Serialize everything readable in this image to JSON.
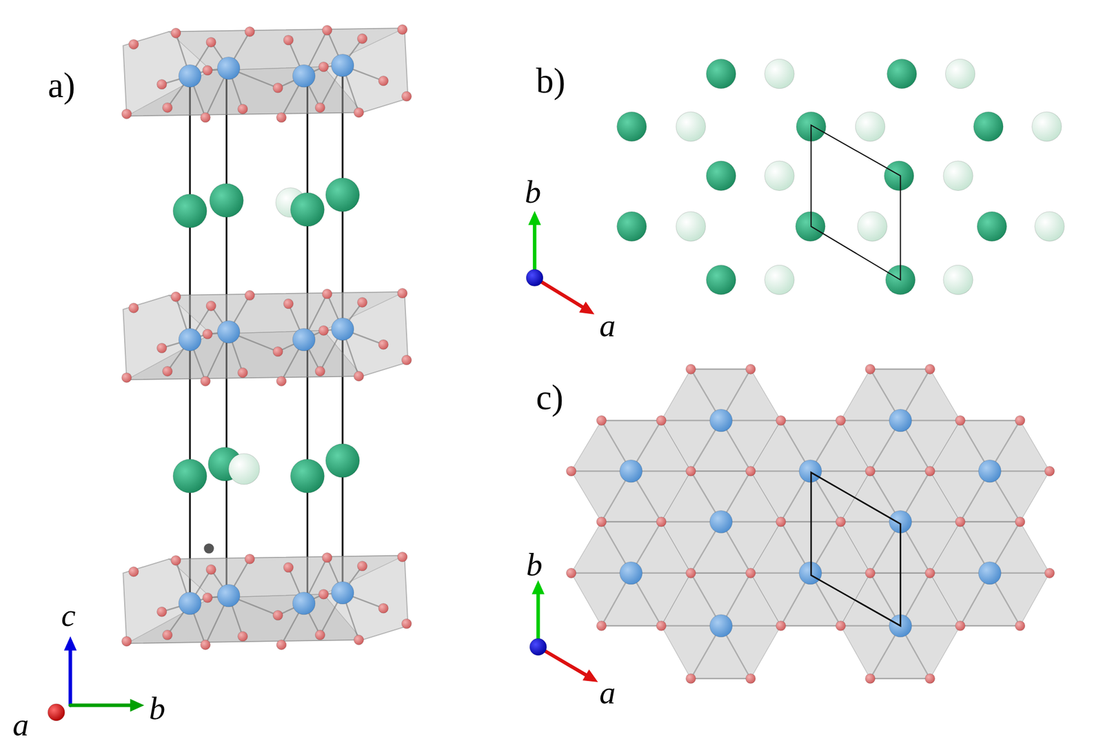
{
  "diagram": {
    "labels": [
      "a)",
      "b)",
      "b",
      "a",
      "c)",
      "b",
      "a",
      "c",
      "a",
      "b"
    ]
  }
}
